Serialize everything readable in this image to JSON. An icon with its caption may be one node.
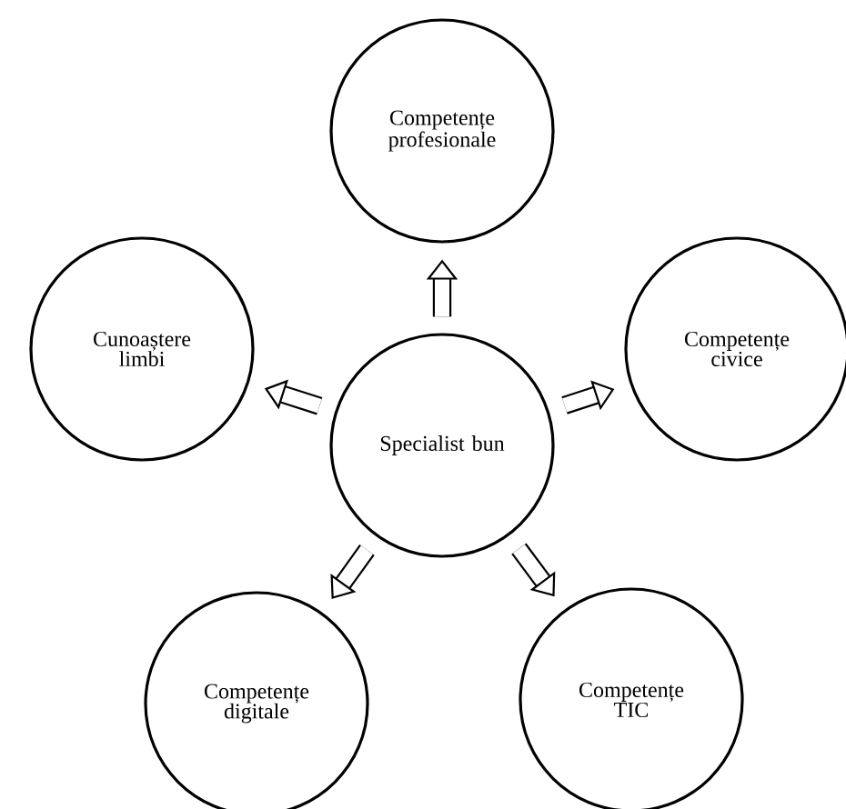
{
  "diagram": {
    "nodes": [
      {
        "text": [
          "Specialist bun"
        ]
      },
      {
        "text": [
          "Competențe profesionale"
        ]
      },
      {
        "text": [
          "Competențe civice"
        ]
      },
      {
        "text": [
          "Competențe TIC"
        ]
      },
      {
        "text": [
          "Competențe digitale"
        ]
      },
      {
        "text": [
          "Cunoaștere limbi"
        ]
      }
    ],
    "edges": [
      {
        "from": 0,
        "to": 1,
        "arrow": "to"
      },
      {
        "from": 0,
        "to": 2,
        "arrow": "to"
      },
      {
        "from": 0,
        "to": 3,
        "arrow": "to"
      },
      {
        "from": 0,
        "to": 4,
        "arrow": "to"
      },
      {
        "from": 0,
        "to": 5,
        "arrow": "to"
      }
    ]
  }
}
